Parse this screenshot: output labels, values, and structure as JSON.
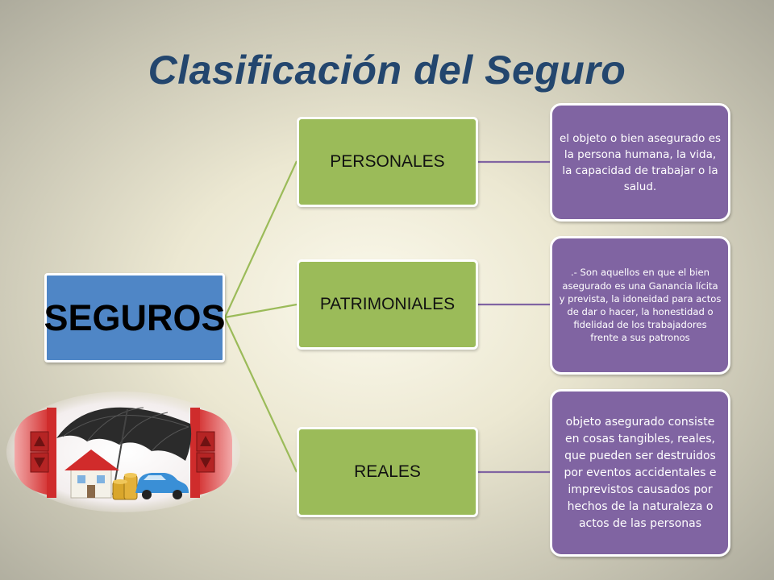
{
  "title": "Clasificación del Seguro",
  "root": {
    "label": "SEGUROS"
  },
  "categories": [
    {
      "label": "PERSONALES",
      "description": "el objeto o bien asegurado es la persona humana, la vida, la capacidad de trabajar o la salud."
    },
    {
      "label": "PATRIMONIALES",
      "description": ".- Son aquellos en que el bien asegurado es una Ganancia lícita y prevista, la idoneidad para actos de dar o hacer, la honestidad o fidelidad de los trabajadores frente a sus patronos"
    },
    {
      "label": "REALES",
      "description": "objeto asegurado consiste en cosas tangibles, reales, que pueden ser destruidos por eventos accidentales e imprevistos causados por hechos de la naturaleza o actos de las personas"
    }
  ],
  "colors": {
    "title": "#23466e",
    "root_fill": "#4f86c6",
    "category_fill": "#9bbb59",
    "description_fill": "#8064a2",
    "connector_green": "#9bbb59",
    "connector_purple": "#8064a2"
  },
  "illustration": {
    "icons": [
      "umbrella-icon",
      "house-icon",
      "car-icon",
      "coins-icon",
      "scroll-arrow-up-icon",
      "scroll-arrow-down-icon"
    ]
  }
}
